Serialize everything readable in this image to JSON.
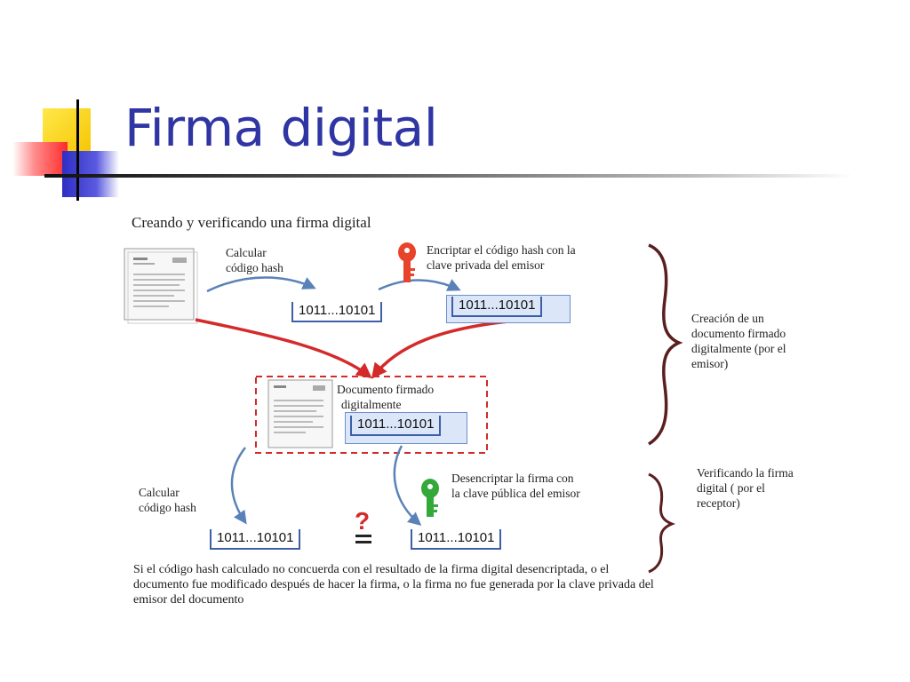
{
  "slide": {
    "title": "Firma digital"
  },
  "diagram": {
    "heading": "Creando y verificando una firma digital",
    "calc_hash_top": [
      "Calcular",
      "código hash"
    ],
    "encrypt_label": [
      "Encriptar el código hash con la",
      "clave privada del emisor"
    ],
    "hash_plain": "1011...10101",
    "hash_encrypted": "1011...10101",
    "signed_doc_label": [
      "Documento firmado",
      "digitalmente"
    ],
    "signed_doc_hash": "1011...10101",
    "creation_label": [
      "Creación de un",
      "documento firmado",
      "digitalmente (por el",
      "emisor)"
    ],
    "calc_hash_bottom": [
      "Calcular",
      "código hash"
    ],
    "decrypt_label": [
      "Desencriptar la firma con",
      "la clave pública del emisor"
    ],
    "verify_label": [
      "Verificando la firma",
      "digital ( por el",
      "receptor)"
    ],
    "hash_receiver_calc": "1011...10101",
    "hash_receiver_decrypted": "1011...10101",
    "compare_symbol": "?",
    "note": [
      "Si el código hash calculado no concuerda con el resultado de la firma digital desencriptada, o el",
      "documento fue modificado después de hacer la firma, o la firma no fue generada por la clave privada del",
      " emisor del documento"
    ],
    "colors": {
      "red_arrow": "#d42a2a",
      "blue_arrow": "#5b82b8",
      "brace": "#5a1f1f",
      "private_key": "#e8432b",
      "public_key": "#35a83a",
      "title": "#2f35a3"
    },
    "icons": [
      "document-icon",
      "private-key-icon",
      "public-key-icon",
      "question-mark-icon"
    ]
  }
}
